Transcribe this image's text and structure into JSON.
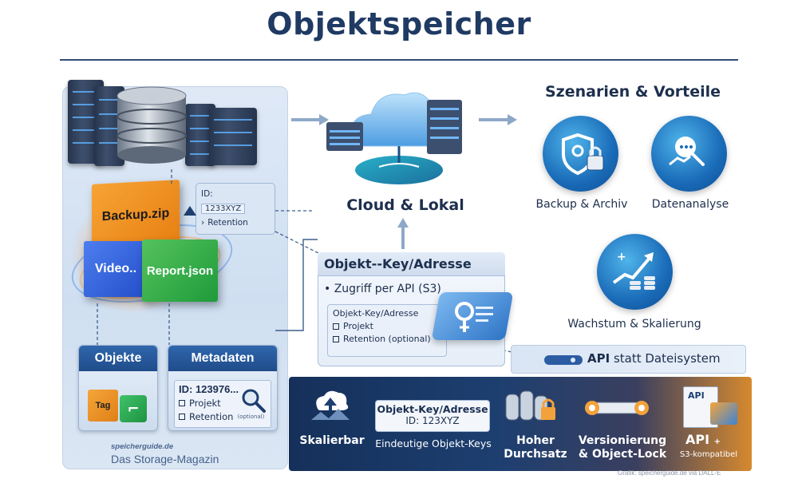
{
  "title": "Objektspeicher",
  "left": {
    "cubes": {
      "backup": "Backup.zip",
      "video": "Video..",
      "report": "Report.json"
    },
    "id_card": {
      "id_label": "ID:",
      "id_value": "1233XYZ",
      "retention": "Retention"
    },
    "objekte_label": "Objekte",
    "tag_label": "Tag",
    "metadaten_label": "Metadaten",
    "meta_id": "ID: 123976...",
    "meta_items": [
      "Projekt",
      "Retention"
    ],
    "meta_optional": "(optional)",
    "brand_small": "speicherguide.de",
    "brand_large": "Das Storage-Magazin"
  },
  "center": {
    "cloud_caption": "Cloud & Lokal",
    "key_title": "Objekt--Key/Adresse",
    "key_api": "• Zugriff per API (S3)",
    "key_inner_title": "Objekt-Key/Adresse",
    "key_inner_items": [
      "Projekt",
      "Retention (optional)"
    ],
    "api_bar_bold": "API",
    "api_bar_rest": " statt Dateisystem"
  },
  "right": {
    "title": "Szenarien & Vorteile",
    "items": [
      "Backup & Archiv",
      "Datenanalyse",
      "Wachstum & Skalierung"
    ]
  },
  "bottom": {
    "skalierbar": "Skalierbar",
    "key_box_line1": "Objekt-Key/Adresse",
    "key_box_line2": "ID: 123XYZ",
    "eindeutig": "Eindeutige Objekt-Keys",
    "durchsatz": [
      "Hoher",
      "Durchsatz"
    ],
    "versionierung": [
      "Versionierung",
      "& Object-Lock"
    ],
    "api_main": "API",
    "api_plus": "+",
    "api_sub": "S3-kompatibel",
    "api_doc_label": "API"
  },
  "credit": "Grafik: speicherguide.de via DALL-E",
  "colors": {
    "navy": "#1f3a63",
    "blue": "#2f66ad",
    "orange": "#e77f12",
    "green": "#1e9b3b"
  }
}
